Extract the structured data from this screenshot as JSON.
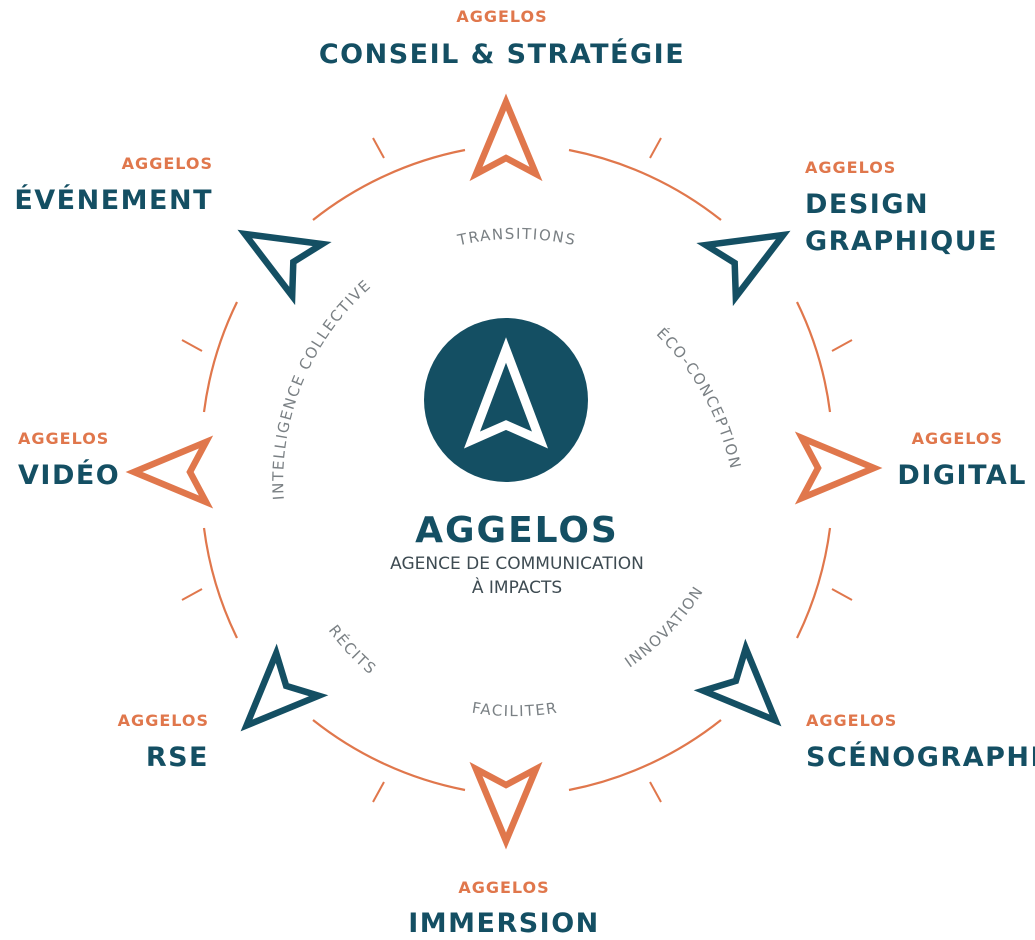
{
  "colors": {
    "orange": "#e0774c",
    "teal": "#144f63",
    "grey": "#7a8084"
  },
  "center": {
    "name": "AGGELOS",
    "tagline_1": "AGENCE DE COMMUNICATION",
    "tagline_2": "À IMPACTS",
    "logo_icon": "aggelos-arrow-logo"
  },
  "services": [
    {
      "brand": "AGGELOS",
      "title": "CONSEIL & STRATÉGIE"
    },
    {
      "brand": "AGGELOS",
      "title_1": "DESIGN",
      "title_2": "GRAPHIQUE"
    },
    {
      "brand": "AGGELOS",
      "title": "DIGITAL"
    },
    {
      "brand": "AGGELOS",
      "title": "SCÉNOGRAPHIE"
    },
    {
      "brand": "AGGELOS",
      "title": "IMMERSION"
    },
    {
      "brand": "AGGELOS",
      "title": "RSE"
    },
    {
      "brand": "AGGELOS",
      "title": "VIDÉO"
    },
    {
      "brand": "AGGELOS",
      "title": "ÉVÉNEMENT"
    }
  ],
  "values": {
    "transitions": "TRANSITIONS",
    "eco_conception": "ÉCO-CONCEPTION",
    "innovation": "INNOVATION",
    "faciliter": "FACILITER",
    "recits": "RÉCITS",
    "intelligence_collective": "INTELLIGENCE COLLECTIVE"
  }
}
